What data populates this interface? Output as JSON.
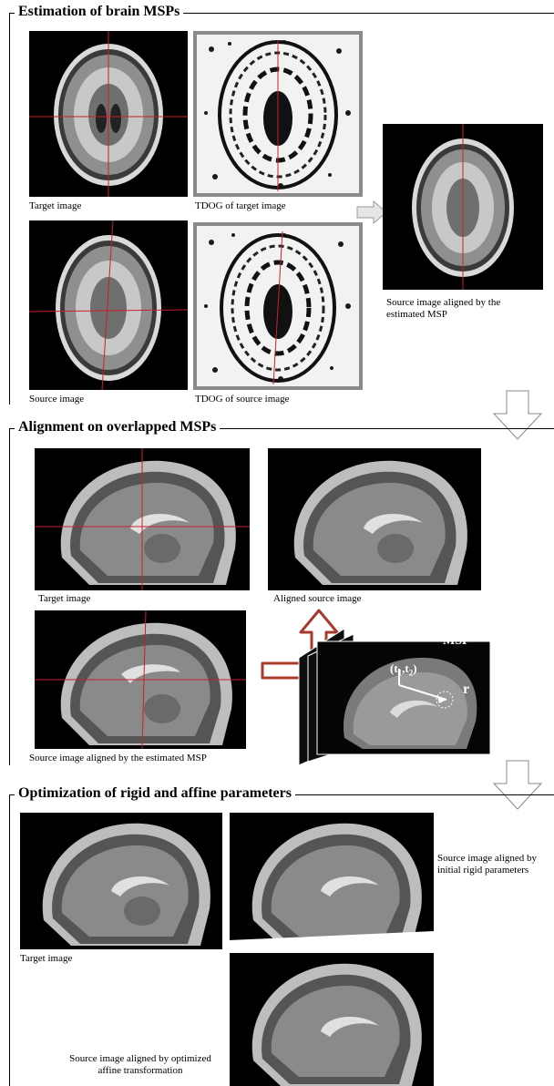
{
  "section1": {
    "title": "Estimation of brain MSPs",
    "captions": {
      "target": "Target image",
      "tdog_target": "TDOG of target image",
      "source": "Source image",
      "tdog_source": "TDOG of source image",
      "aligned": "Source image aligned by the estimated MSP"
    }
  },
  "section2": {
    "title": "Alignment on overlapped MSPs",
    "captions": {
      "target": "Target image",
      "aligned_source": "Aligned source image",
      "source_aligned_msp": "Source image aligned by the estimated MSP"
    },
    "msp_label": "MSP",
    "t_label": "(t",
    "t_sub1": "1",
    "t_comma": ",t",
    "t_sub2": "2",
    "t_close": ")",
    "r_label": "r"
  },
  "section3": {
    "title": "Optimization of rigid and affine parameters",
    "captions": {
      "target": "Target image",
      "initial_rigid": "Source image aligned by initial rigid parameters",
      "optimized_affine": "Source image aligned by optimized affine transformation"
    }
  },
  "colors": {
    "crosshair": "#c8202a",
    "arrow_red": "#a83a2c"
  }
}
